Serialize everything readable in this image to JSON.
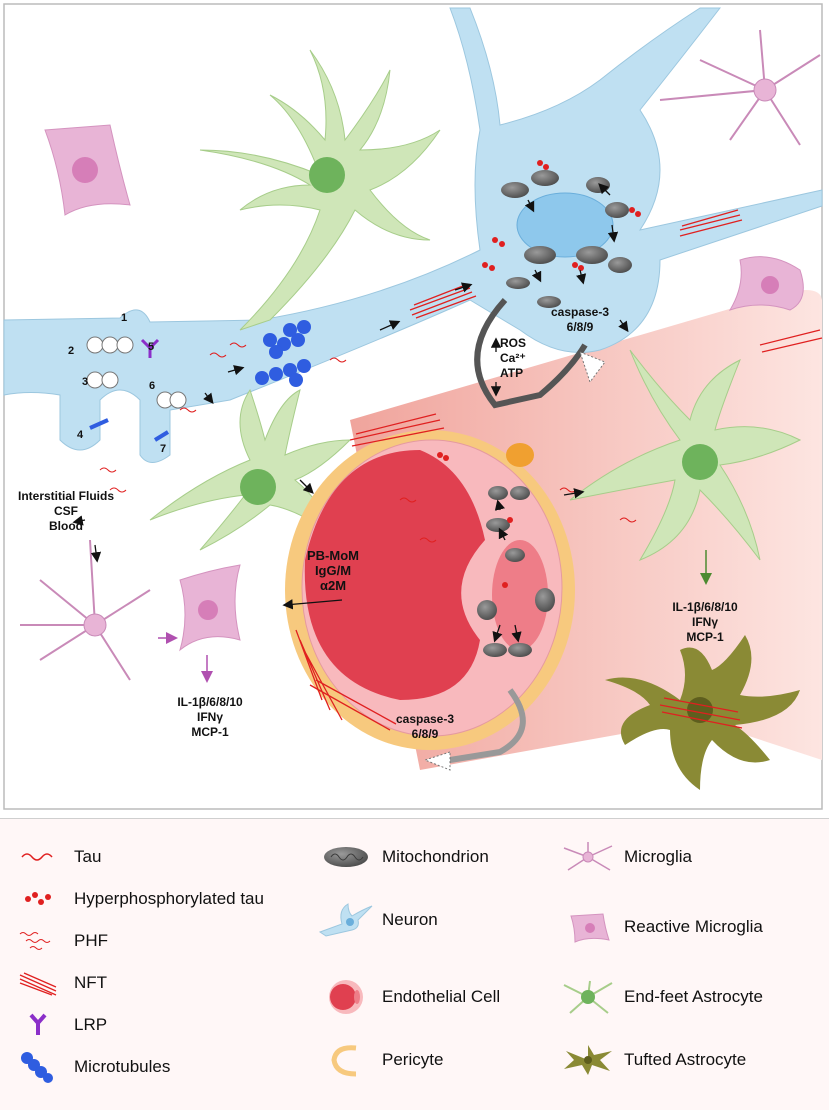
{
  "diagram": {
    "numbers": [
      "1",
      "2",
      "3",
      "4",
      "5",
      "6",
      "7"
    ],
    "synapse_exit": {
      "line1": "Interstitial Fluids",
      "line2": "CSF",
      "line3": "Blood"
    },
    "neuron_stress": {
      "line1": "ROS",
      "line2": "Ca²⁺",
      "line3": "ATP"
    },
    "caspase_neuron": {
      "line1": "caspase-3",
      "line2": "6/8/9"
    },
    "caspase_vessel": {
      "line1": "caspase-3",
      "line2": "6/8/9"
    },
    "vessel_transport": {
      "line1": "PB-MoM",
      "line2": "IgG/M",
      "line3": "α2M"
    },
    "cytokines_left": {
      "line1": "IL-1β/6/8/10",
      "line2": "IFNγ",
      "line3": "MCP-1"
    },
    "cytokines_right": {
      "line1": "IL-1β/6/8/10",
      "line2": "IFNγ",
      "line3": "MCP-1"
    }
  },
  "legend": {
    "items": [
      {
        "label": "Tau",
        "icon": "tau-icon"
      },
      {
        "label": "Hyperphosphorylated tau",
        "icon": "hyperphosphorylated-tau-icon"
      },
      {
        "label": "PHF",
        "icon": "phf-icon"
      },
      {
        "label": "NFT",
        "icon": "nft-icon"
      },
      {
        "label": "LRP",
        "icon": "lrp-icon"
      },
      {
        "label": "Microtubules",
        "icon": "microtubules-icon"
      },
      {
        "label": "Mitochondrion",
        "icon": "mitochondrion-icon"
      },
      {
        "label": "Neuron",
        "icon": "neuron-icon"
      },
      {
        "label": "Endothelial Cell",
        "icon": "endothelial-cell-icon"
      },
      {
        "label": "Pericyte",
        "icon": "pericyte-icon"
      },
      {
        "label": "Microglia",
        "icon": "microglia-icon"
      },
      {
        "label": "Reactive Microglia",
        "icon": "reactive-microglia-icon"
      },
      {
        "label": "End-feet Astrocyte",
        "icon": "end-feet-astrocyte-icon"
      },
      {
        "label": "Tufted Astrocyte",
        "icon": "tufted-astrocyte-icon"
      }
    ]
  },
  "colors": {
    "neuron": "#bfe0f2",
    "astrocyte": "#cfe6b8",
    "microglia": "#e8b4d6",
    "vessel": "#f2b8b0",
    "blood": "#e04050",
    "pericyte": "#f7c97e",
    "tau": "#e02020",
    "tufted": "#8a8a35",
    "mitochondrion": "#6f6f6f"
  }
}
